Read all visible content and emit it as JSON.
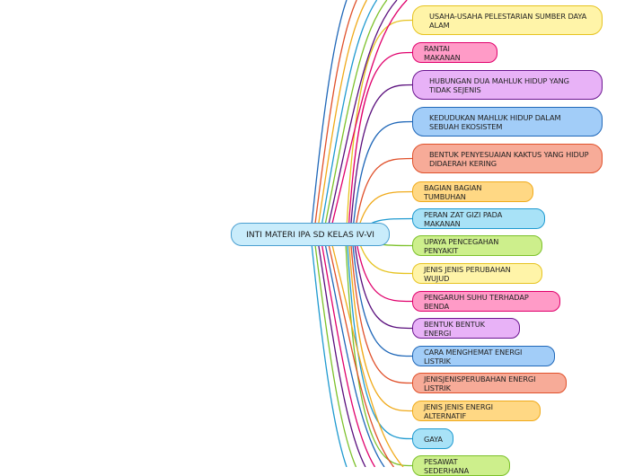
{
  "root": {
    "label": "INTI MATERI IPA SD KELAS IV-VI"
  },
  "topics": [
    {
      "label": "USAHA-USAHA PELESTARIAN SUMBER DAYA ALAM",
      "fill": "#fff4a8",
      "stroke": "#e6c320",
      "line": "#e6c320"
    },
    {
      "label": "RANTAI MAKANAN",
      "fill": "#ff9bc7",
      "stroke": "#e0006c",
      "line": "#e0006c"
    },
    {
      "label": "HUBUNGAN DUA MAHLUK HIDUP YANG TIDAK SEJENIS",
      "fill": "#e8b2f7",
      "stroke": "#6b1590",
      "line": "#5a0f7d"
    },
    {
      "label": "KEDUDUKAN MAHLUK HIDUP DALAM SEBUAH EKOSISTEM",
      "fill": "#a2cdf8",
      "stroke": "#1f67b8",
      "line": "#1f67b8"
    },
    {
      "label": "BENTUK PENYESUAIAN KAKTUS YANG HIDUP DIDAERAH KERING",
      "fill": "#f7ab98",
      "stroke": "#e0502a",
      "line": "#e0502a"
    },
    {
      "label": "BAGIAN BAGIAN TUMBUHAN",
      "fill": "#ffd884",
      "stroke": "#f0aa1a",
      "line": "#f0aa1a"
    },
    {
      "label": "PERAN ZAT GIZI PADA MAKANAN",
      "fill": "#a8e2f7",
      "stroke": "#1f9ad0",
      "line": "#1f9ad0"
    },
    {
      "label": "UPAYA PENCEGAHAN PENYAKIT",
      "fill": "#cdef8c",
      "stroke": "#7cc12a",
      "line": "#7cc12a"
    },
    {
      "label": "JENIS JENIS PERUBAHAN WUJUD",
      "fill": "#fff4a8",
      "stroke": "#e6c320",
      "line": "#e6c320"
    },
    {
      "label": "PENGARUH SUHU TERHADAP BENDA",
      "fill": "#ff9bc7",
      "stroke": "#e0006c",
      "line": "#e0006c"
    },
    {
      "label": "BENTUK BENTUK ENERGI",
      "fill": "#e8b2f7",
      "stroke": "#6b1590",
      "line": "#5a0f7d"
    },
    {
      "label": "CARA MENGHEMAT ENERGI LISTRIK",
      "fill": "#a2cdf8",
      "stroke": "#1f67b8",
      "line": "#1f67b8"
    },
    {
      "label": "JENISJENISPERUBAHAN ENERGI LISTRIK",
      "fill": "#f7ab98",
      "stroke": "#e0502a",
      "line": "#e0502a"
    },
    {
      "label": "JENIS JENIS ENERGI ALTERNATIF",
      "fill": "#ffd884",
      "stroke": "#f0aa1a",
      "line": "#f0aa1a"
    },
    {
      "label": "GAYA",
      "fill": "#a8e2f7",
      "stroke": "#1f9ad0",
      "line": "#1f9ad0"
    },
    {
      "label": "PESAWAT SEDERHANA",
      "fill": "#cdef8c",
      "stroke": "#7cc12a",
      "line": "#7cc12a"
    }
  ],
  "offscreen_branch_colors": [
    "#1f67b8",
    "#e0502a",
    "#f0aa1a",
    "#1f9ad0",
    "#7cc12a",
    "#5a0f7d",
    "#e0006c"
  ]
}
